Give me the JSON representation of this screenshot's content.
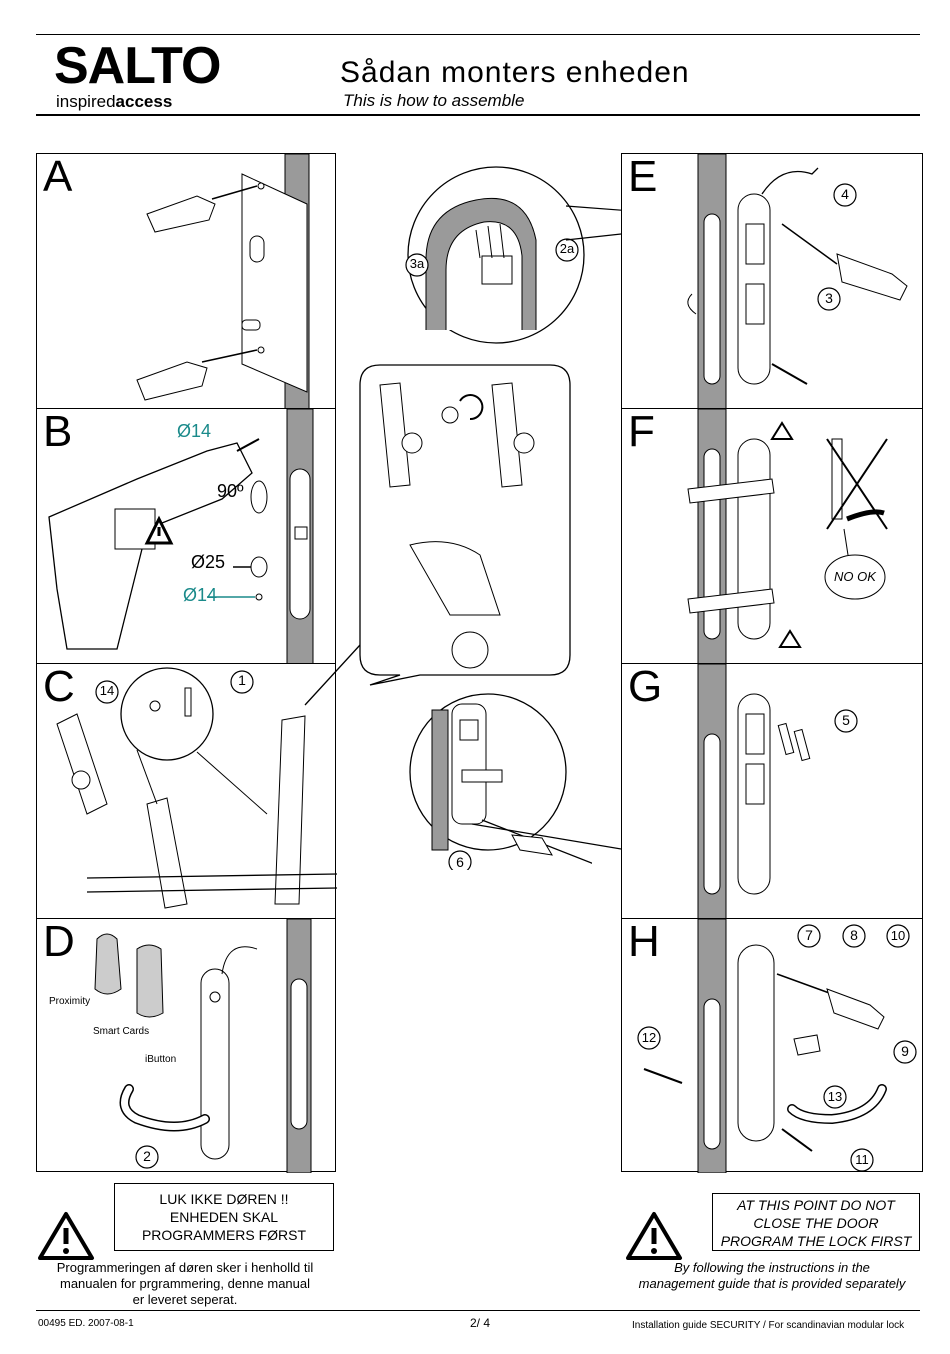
{
  "header": {
    "brand": "SALTO",
    "tagline_light": "inspired",
    "tagline_bold": "access",
    "title": "Sådan monters enheden",
    "subtitle": "This is how to assemble"
  },
  "panels": {
    "A": {
      "letter": "A"
    },
    "B": {
      "letter": "B",
      "diam_top": "Ø14",
      "angle": "90º",
      "diam_mid": "Ø25",
      "diam_bottom": "Ø14"
    },
    "C": {
      "letter": "C",
      "callout_14": "14",
      "callout_1": "1"
    },
    "D": {
      "letter": "D",
      "label_proximity": "Proximity",
      "label_smart": "Smart Cards",
      "label_ibutton": "iButton",
      "callout_2": "2"
    },
    "E": {
      "letter": "E",
      "callout_4": "4",
      "callout_3": "3"
    },
    "F": {
      "letter": "F",
      "nook": "NO OK"
    },
    "G": {
      "letter": "G",
      "callout_5": "5"
    },
    "H": {
      "letter": "H",
      "callout_7": "7",
      "callout_8": "8",
      "callout_10": "10",
      "callout_12": "12",
      "callout_9": "9",
      "callout_13": "13",
      "callout_11": "11"
    }
  },
  "center": {
    "callout_3a": "3a",
    "callout_2a": "2a",
    "callout_6": "6"
  },
  "warnings": {
    "da": {
      "line1": "LUK IKKE DØREN !!",
      "line2": "ENHEDEN SKAL",
      "line3": "PROGRAMMERS FØRST"
    },
    "en": {
      "line1": "AT THIS POINT DO NOT",
      "line2": "CLOSE THE DOOR",
      "line3": "PROGRAM THE LOCK FIRST"
    }
  },
  "notes": {
    "da": {
      "line1": "Programmeringen af døren sker i henholld til",
      "line2": "manualen for prgrammering, denne manual",
      "line3": "er leveret seperat."
    },
    "en": {
      "line1": "By following the instructions in the",
      "line2": "management guide that is provided separately"
    }
  },
  "footer": {
    "edition": "00495 ED. 2007-08-1",
    "page": "2/ 4",
    "guide": "Installation guide SECURITY / For scandinavian modular lock"
  },
  "colors": {
    "accent_teal": "#1a8a8a",
    "line": "#000000",
    "door_gray": "#9a9a9a"
  }
}
